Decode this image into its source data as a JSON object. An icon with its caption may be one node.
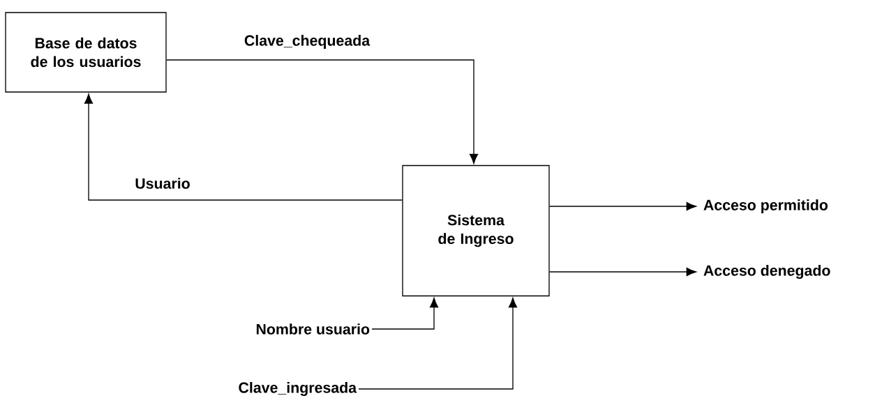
{
  "diagram": {
    "nodes": [
      {
        "text": [
          "Base de datos de los usuarios"
        ]
      },
      {
        "text": [
          "Sistema de Ingreso"
        ]
      },
      {
        "text": [
          "Acceso permitido"
        ]
      },
      {
        "text": [
          "Acceso denegado"
        ]
      },
      {
        "text": [
          "Nombre usuario"
        ]
      },
      {
        "text": [
          "Clave_ingresada"
        ]
      }
    ],
    "edges": [
      {
        "from": 0,
        "to": 1,
        "arrow": "to",
        "label": "Clave_chequeada"
      },
      {
        "from": 1,
        "to": 0,
        "arrow": "to",
        "label": "Usuario"
      },
      {
        "from": 1,
        "to": 2,
        "arrow": "to"
      },
      {
        "from": 1,
        "to": 3,
        "arrow": "to"
      },
      {
        "from": 4,
        "to": 1,
        "arrow": "to"
      },
      {
        "from": 5,
        "to": 1,
        "arrow": "to"
      }
    ]
  }
}
